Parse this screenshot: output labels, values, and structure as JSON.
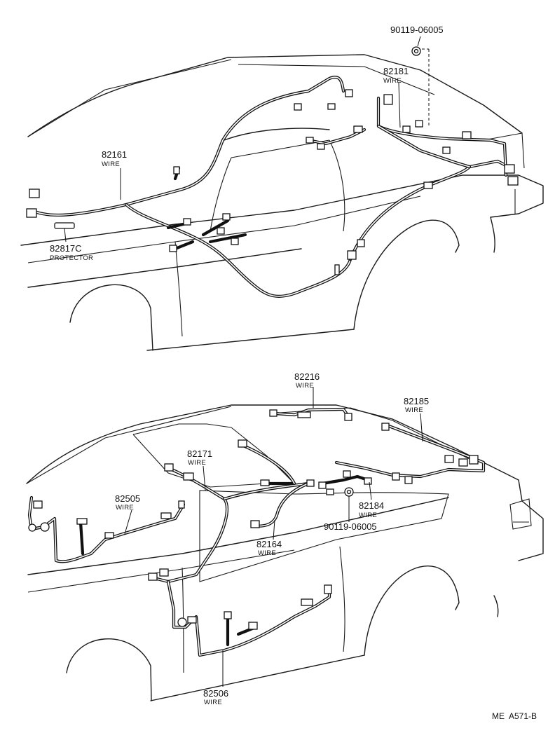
{
  "upper": {
    "clip_top": {
      "part_no": "90119-06005"
    },
    "wire_82181": {
      "part_no": "82181",
      "name": "WIRE"
    },
    "wire_82161": {
      "part_no": "82161",
      "name": "WIRE"
    },
    "protector_82817c": {
      "part_no": "82817C",
      "name": "PROTECTOR"
    }
  },
  "lower": {
    "wire_82216": {
      "part_no": "82216",
      "name": "WIRE"
    },
    "wire_82185": {
      "part_no": "82185",
      "name": "WIRE"
    },
    "wire_82171": {
      "part_no": "82171",
      "name": "WIRE"
    },
    "wire_82505": {
      "part_no": "82505",
      "name": "WIRE"
    },
    "wire_82184": {
      "part_no": "82184",
      "name": "WIRE"
    },
    "clip_bottom": {
      "part_no": "90119-06005"
    },
    "wire_82164": {
      "part_no": "82164",
      "name": "WIRE"
    },
    "wire_82506": {
      "part_no": "82506",
      "name": "WIRE"
    }
  },
  "footer": {
    "reference": "ME  A571-B"
  }
}
